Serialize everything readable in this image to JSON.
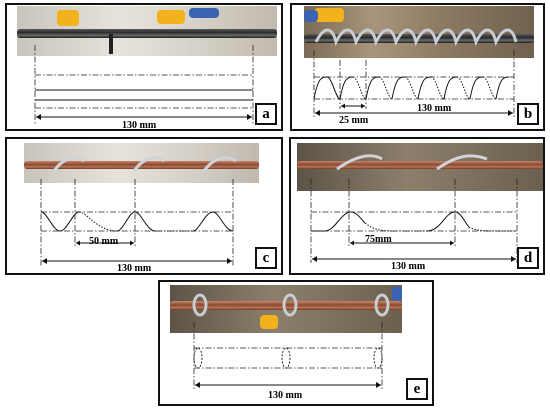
{
  "panels": {
    "a": {
      "tag": "a",
      "total": "130 mm"
    },
    "b": {
      "tag": "b",
      "total": "130 mm",
      "pitch": "25 mm"
    },
    "c": {
      "tag": "c",
      "total": "130 mm",
      "pitch": "50 mm"
    },
    "d": {
      "tag": "d",
      "total": "130 mm",
      "pitch": "75mm"
    },
    "e": {
      "tag": "e",
      "total": "130 mm"
    }
  },
  "colors": {
    "copper": "#9a5a3f",
    "steel": "#3b3b3b",
    "tape": "#f1b21b",
    "frame": "#111111"
  }
}
